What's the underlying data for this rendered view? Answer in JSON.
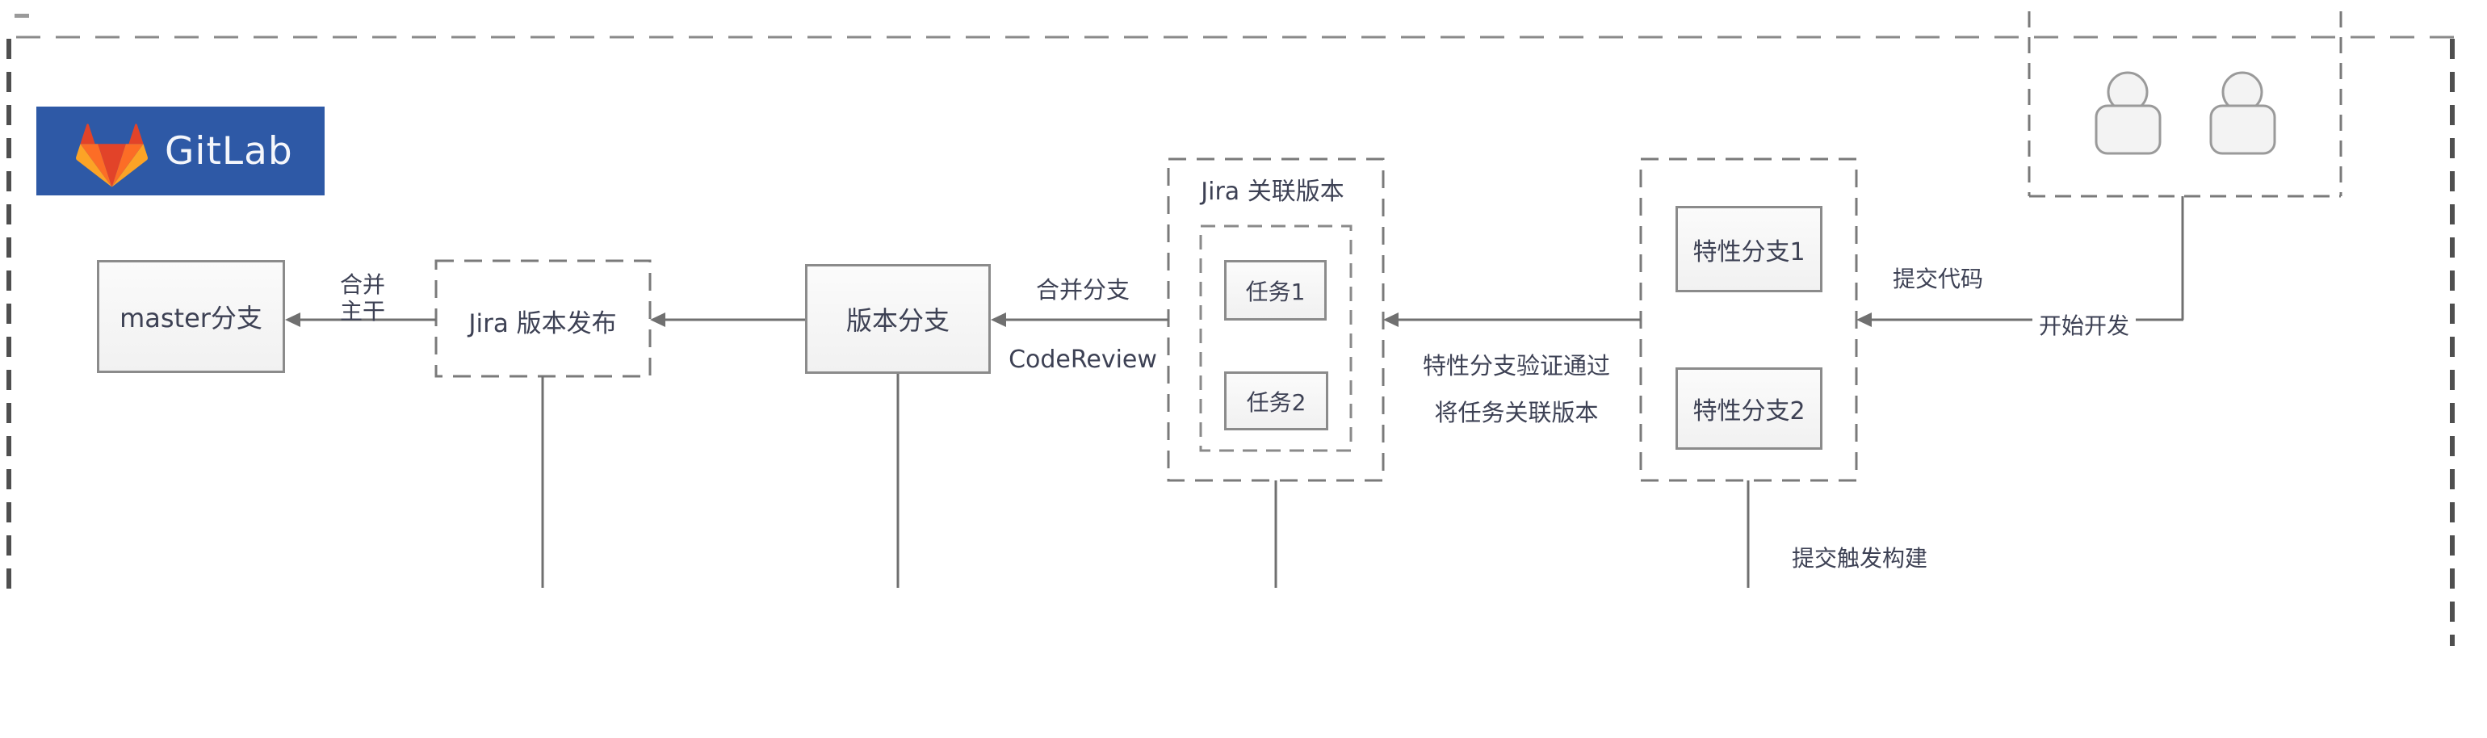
{
  "logo": {
    "brand": "GitLab"
  },
  "nodes": {
    "master": "master分支",
    "jira_release": "Jira 版本发布",
    "release_branch": "版本分支",
    "jira_group_title": "Jira 关联版本",
    "task1": "任务1",
    "task2": "任务2",
    "feature1": "特性分支1",
    "feature2": "特性分支2"
  },
  "edge_labels": {
    "merge_line1": "合并",
    "merge_line2": "主干",
    "merge_branch": "合并分支",
    "code_review": "CodeReview",
    "feature_verified": "特性分支验证通过",
    "link_task_version": "将任务关联版本",
    "commit_code": "提交代码",
    "start_dev": "开始开发",
    "commit_trigger_build": "提交触发构建"
  },
  "colors": {
    "gitlab_banner_blue": "#2e59a6",
    "tanuki_red": "#e24329",
    "tanuki_orange": "#fc6d26",
    "tanuki_yellow": "#fca326",
    "box_border_gray": "#8b8b8b",
    "dashed_gray": "#7a7a7a",
    "connector_gray": "#707070",
    "text_dark": "#3d4154"
  }
}
